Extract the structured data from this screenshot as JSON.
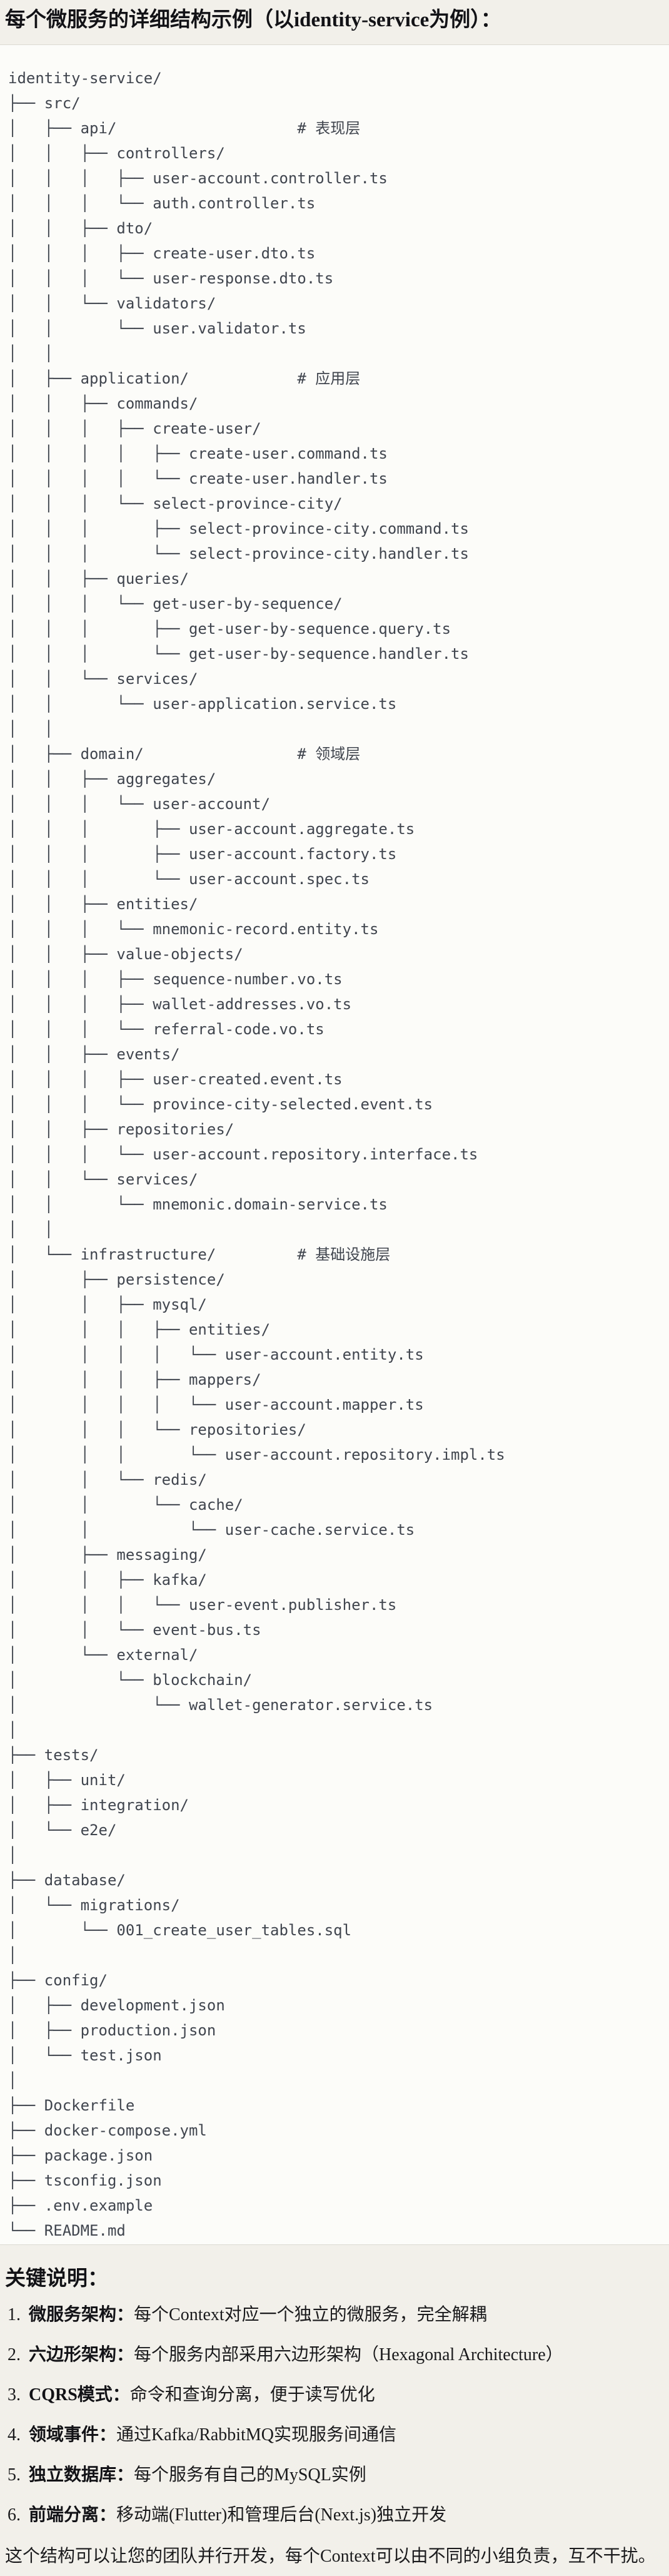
{
  "title": "每个微服务的详细结构示例（以identity-service为例）：",
  "tree_lines": [
    "identity-service/",
    "├── src/",
    "│   ├── api/                    # 表现层",
    "│   │   ├── controllers/",
    "│   │   │   ├── user-account.controller.ts",
    "│   │   │   └── auth.controller.ts",
    "│   │   ├── dto/",
    "│   │   │   ├── create-user.dto.ts",
    "│   │   │   └── user-response.dto.ts",
    "│   │   └── validators/",
    "│   │       └── user.validator.ts",
    "│   │",
    "│   ├── application/            # 应用层",
    "│   │   ├── commands/",
    "│   │   │   ├── create-user/",
    "│   │   │   │   ├── create-user.command.ts",
    "│   │   │   │   └── create-user.handler.ts",
    "│   │   │   └── select-province-city/",
    "│   │   │       ├── select-province-city.command.ts",
    "│   │   │       └── select-province-city.handler.ts",
    "│   │   ├── queries/",
    "│   │   │   └── get-user-by-sequence/",
    "│   │   │       ├── get-user-by-sequence.query.ts",
    "│   │   │       └── get-user-by-sequence.handler.ts",
    "│   │   └── services/",
    "│   │       └── user-application.service.ts",
    "│   │",
    "│   ├── domain/                 # 领域层",
    "│   │   ├── aggregates/",
    "│   │   │   └── user-account/",
    "│   │   │       ├── user-account.aggregate.ts",
    "│   │   │       ├── user-account.factory.ts",
    "│   │   │       └── user-account.spec.ts",
    "│   │   ├── entities/",
    "│   │   │   └── mnemonic-record.entity.ts",
    "│   │   ├── value-objects/",
    "│   │   │   ├── sequence-number.vo.ts",
    "│   │   │   ├── wallet-addresses.vo.ts",
    "│   │   │   └── referral-code.vo.ts",
    "│   │   ├── events/",
    "│   │   │   ├── user-created.event.ts",
    "│   │   │   └── province-city-selected.event.ts",
    "│   │   ├── repositories/",
    "│   │   │   └── user-account.repository.interface.ts",
    "│   │   └── services/",
    "│   │       └── mnemonic.domain-service.ts",
    "│   │",
    "│   └── infrastructure/         # 基础设施层",
    "│       ├── persistence/",
    "│       │   ├── mysql/",
    "│       │   │   ├── entities/",
    "│       │   │   │   └── user-account.entity.ts",
    "│       │   │   ├── mappers/",
    "│       │   │   │   └── user-account.mapper.ts",
    "│       │   │   └── repositories/",
    "│       │   │       └── user-account.repository.impl.ts",
    "│       │   └── redis/",
    "│       │       └── cache/",
    "│       │           └── user-cache.service.ts",
    "│       ├── messaging/",
    "│       │   ├── kafka/",
    "│       │   │   └── user-event.publisher.ts",
    "│       │   └── event-bus.ts",
    "│       └── external/",
    "│           └── blockchain/",
    "│               └── wallet-generator.service.ts",
    "│",
    "├── tests/",
    "│   ├── unit/",
    "│   ├── integration/",
    "│   └── e2e/",
    "│",
    "├── database/",
    "│   └── migrations/",
    "│       └── 001_create_user_tables.sql",
    "│",
    "├── config/",
    "│   ├── development.json",
    "│   ├── production.json",
    "│   └── test.json",
    "│",
    "├── Dockerfile",
    "├── docker-compose.yml",
    "├── package.json",
    "├── tsconfig.json",
    "├── .env.example",
    "└── README.md"
  ],
  "key_points": {
    "heading": "关键说明：",
    "items": [
      {
        "num": "1.",
        "label": "微服务架构：",
        "text": "每个Context对应一个独立的微服务，完全解耦"
      },
      {
        "num": "2.",
        "label": "六边形架构：",
        "text": "每个服务内部采用六边形架构（Hexagonal Architecture）"
      },
      {
        "num": "3.",
        "label": "CQRS模式：",
        "text": "命令和查询分离，便于读写优化"
      },
      {
        "num": "4.",
        "label": "领域事件：",
        "text": "通过Kafka/RabbitMQ实现服务间通信"
      },
      {
        "num": "5.",
        "label": "独立数据库：",
        "text": "每个服务有自己的MySQL实例"
      },
      {
        "num": "6.",
        "label": "前端分离：",
        "text": "移动端(Flutter)和管理后台(Next.js)独立开发"
      }
    ]
  },
  "closing": "这个结构可以让您的团队并行开发，每个Context可以由不同的小组负责，互不干扰。",
  "colors": {
    "page_bg": "#f2f0ea",
    "code_bg": "#fcfcf9",
    "hairline": "#dcdad2",
    "tree_text": "#40454e",
    "body_text": "#1a1a1c"
  }
}
